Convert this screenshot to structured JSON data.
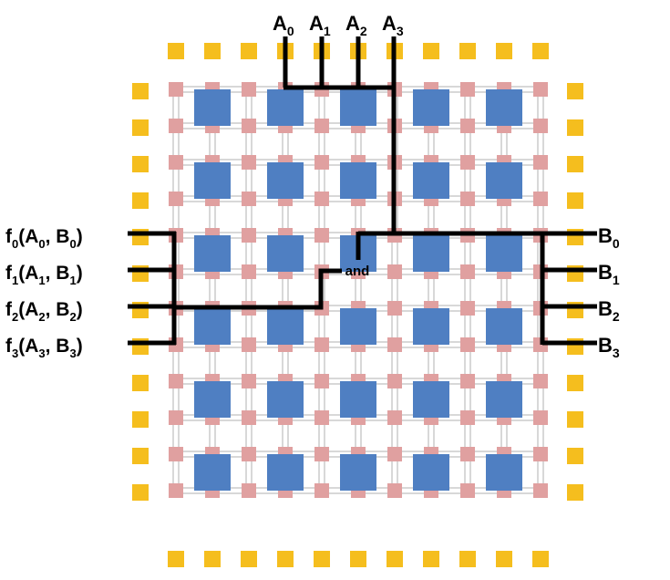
{
  "colors": {
    "io_pad": "#F5BE1E",
    "switch_box": "#E0A0A0",
    "logic_block": "#4F7FC2",
    "wire": "#000000",
    "routing_track": "#B0B0B0",
    "background": "#FFFFFF"
  },
  "diagram": {
    "gate_label": "and",
    "top_inputs": [
      {
        "base": "A",
        "sub": "0"
      },
      {
        "base": "A",
        "sub": "1"
      },
      {
        "base": "A",
        "sub": "2"
      },
      {
        "base": "A",
        "sub": "3"
      }
    ],
    "right_inputs": [
      {
        "base": "B",
        "sub": "0"
      },
      {
        "base": "B",
        "sub": "1"
      },
      {
        "base": "B",
        "sub": "2"
      },
      {
        "base": "B",
        "sub": "3"
      }
    ],
    "left_outputs": [
      {
        "f": "f",
        "fs": "0",
        "a": "(A",
        "as": "0",
        "b": ", B",
        "bs": "0",
        "end": ")"
      },
      {
        "f": "f",
        "fs": "1",
        "a": "(A",
        "as": "1",
        "b": ", B",
        "bs": "1",
        "end": ")"
      },
      {
        "f": "f",
        "fs": "2",
        "a": "(A",
        "as": "2",
        "b": ", B",
        "bs": "2",
        "end": ")"
      },
      {
        "f": "f",
        "fs": "3",
        "a": "(A",
        "as": "3",
        "b": ", B",
        "bs": "3",
        "end": ")"
      }
    ]
  }
}
